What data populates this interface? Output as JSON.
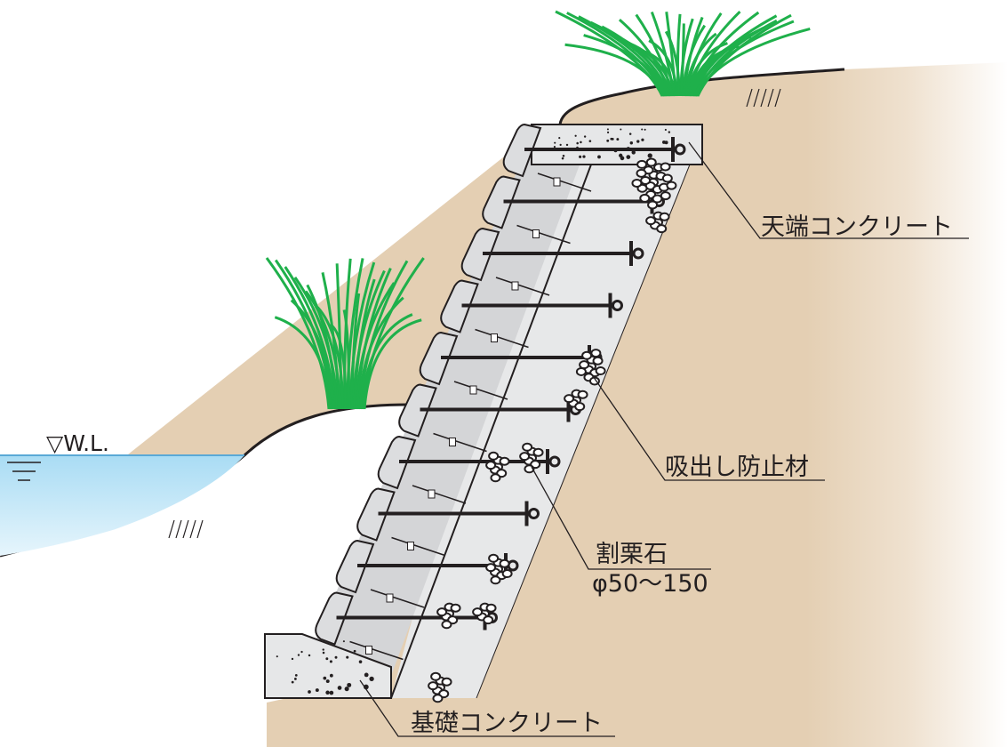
{
  "labels": {
    "water_level": "▽W.L.",
    "crown_concrete": "天端コンクリート",
    "suction_prevention": "吸出し防止材",
    "crushed_stone": "割栗石",
    "stone_size": "φ50～150",
    "foundation_concrete": "基礎コンクリート"
  },
  "colors": {
    "soil": "#e4cfb3",
    "water": "#8fd0ef",
    "block": "#d4d5d7",
    "fill": "#e7e8e9",
    "grass": "#1fb04b",
    "line": "#231f20"
  },
  "wall": {
    "block_rows": 10
  }
}
